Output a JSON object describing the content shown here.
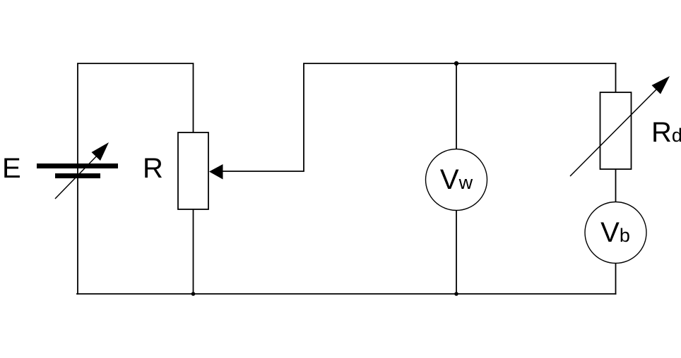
{
  "diagram_type": "circuit-schematic",
  "colors": {
    "line": "#000000",
    "background": "#ffffff"
  },
  "labels": {
    "source": "E",
    "potentiometer": "R",
    "voltmeter_w": {
      "main": "V",
      "sub": "w"
    },
    "rheostat": {
      "main": "R",
      "sub": "d"
    },
    "voltmeter_b": {
      "main": "V",
      "sub": "b"
    }
  },
  "components": [
    {
      "name": "adjustable-source",
      "symbol": "battery-plates-with-diagonal-arrow",
      "label": "E"
    },
    {
      "name": "potentiometer",
      "symbol": "rectangle-with-wiper-arrow",
      "label": "R"
    },
    {
      "name": "voltmeter-w",
      "symbol": "circle-meter",
      "label": "Vw"
    },
    {
      "name": "variable-resistor",
      "symbol": "rectangle-with-diagonal-arrow",
      "label": "Rd"
    },
    {
      "name": "voltmeter-b",
      "symbol": "circle-meter",
      "label": "Vb"
    }
  ]
}
